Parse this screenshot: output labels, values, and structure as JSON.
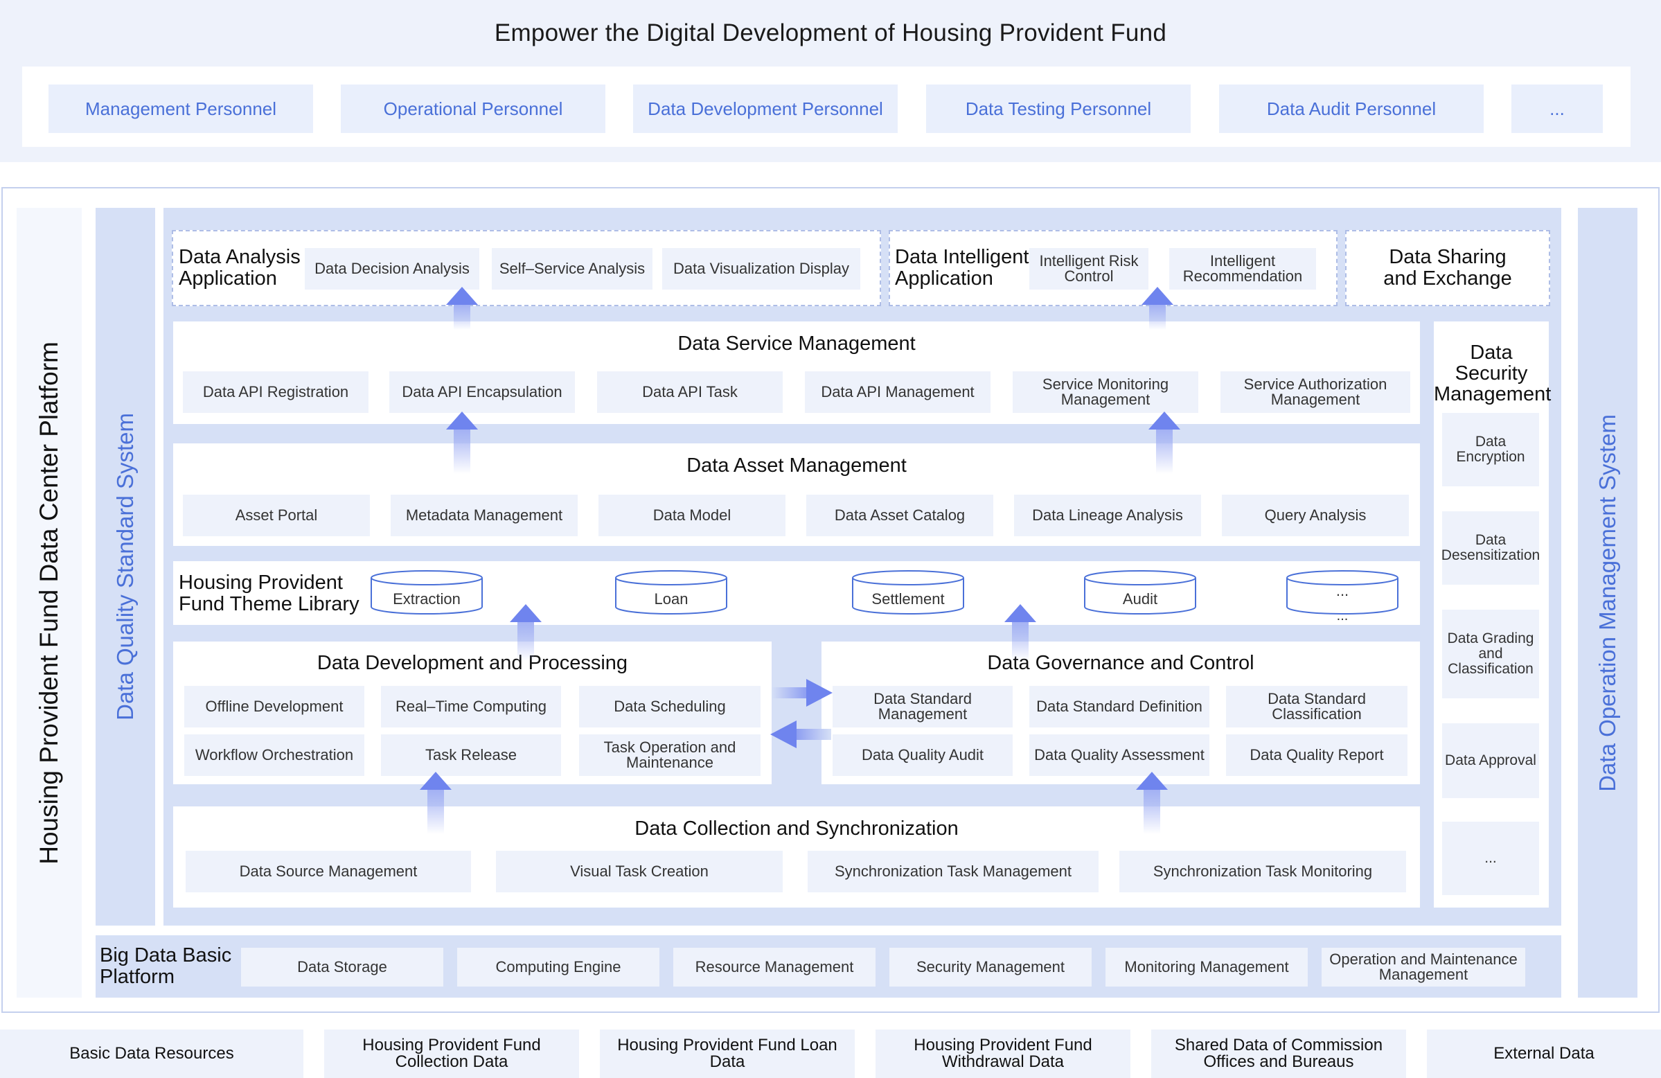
{
  "title": "Empower the Digital Development of Housing Provident Fund",
  "personnel": [
    "Management Personnel",
    "Operational Personnel",
    "Data Development Personnel",
    "Data Testing Personnel",
    "Data Audit Personnel",
    "..."
  ],
  "platform": {
    "name": "Housing Provident Fund Data Center Platform",
    "left_rail": "Data Quality Standard System",
    "right_rail": "Data Operation Management System"
  },
  "applications": {
    "analysis": {
      "title": "Data Analysis Application",
      "items": [
        "Data Decision Analysis",
        "Self–Service Analysis",
        "Data Visualization Display"
      ]
    },
    "intelligent": {
      "title": "Data Intelligent Application",
      "items": [
        "Intelligent Risk Control",
        "Intelligent Recommendation"
      ]
    },
    "sharing": {
      "title": "Data Sharing and Exchange"
    }
  },
  "service_mgmt": {
    "title": "Data Service Management",
    "items": [
      "Data API Registration",
      "Data API Encapsulation",
      "Data API Task",
      "Data API Management",
      "Service Monitoring Management",
      "Service Authorization Management"
    ]
  },
  "asset_mgmt": {
    "title": "Data Asset Management",
    "items": [
      "Asset Portal",
      "Metadata Management",
      "Data Model",
      "Data Asset Catalog",
      "Data Lineage Analysis",
      "Query Analysis"
    ]
  },
  "theme_library": {
    "title": "Housing Provident Fund Theme Library",
    "items": [
      "Extraction",
      "Loan",
      "Settlement",
      "Audit",
      "..."
    ],
    "overflow": "..."
  },
  "dev_processing": {
    "title": "Data Development and Processing",
    "items": [
      "Offline Development",
      "Real–Time Computing",
      "Data Scheduling",
      "Workflow Orchestration",
      "Task Release",
      "Task Operation and Maintenance"
    ]
  },
  "governance": {
    "title": "Data Governance and Control",
    "items": [
      "Data Standard Management",
      "Data Standard Definition",
      "Data Standard Classification",
      "Data Quality Audit",
      "Data Quality Assessment",
      "Data Quality Report"
    ]
  },
  "collection": {
    "title": "Data Collection and Synchronization",
    "items": [
      "Data Source Management",
      "Visual Task Creation",
      "Synchronization Task Management",
      "Synchronization Task Monitoring"
    ]
  },
  "security": {
    "title": "Data Security Management",
    "items": [
      "Data Encryption",
      "Data Desensitization",
      "Data Grading and Classification",
      "Data Approval",
      "..."
    ]
  },
  "bigdata": {
    "title": "Big Data Basic Platform",
    "items": [
      "Data Storage",
      "Computing Engine",
      "Resource Management",
      "Security Management",
      "Monitoring Management",
      "Operation and Maintenance Management"
    ]
  },
  "sources": [
    "Basic Data Resources",
    "Housing Provident Fund Collection Data",
    "Housing Provident Fund Loan Data",
    "Housing Provident Fund Withdrawal Data",
    "Shared Data of Commission Offices and Bureaus",
    "External Data"
  ],
  "colors": {
    "accent_blue": "#4a70d8",
    "rail_fill": "#d6e0f6",
    "chip_fill": "#eef2fb",
    "arrow": "#6f84ee"
  }
}
